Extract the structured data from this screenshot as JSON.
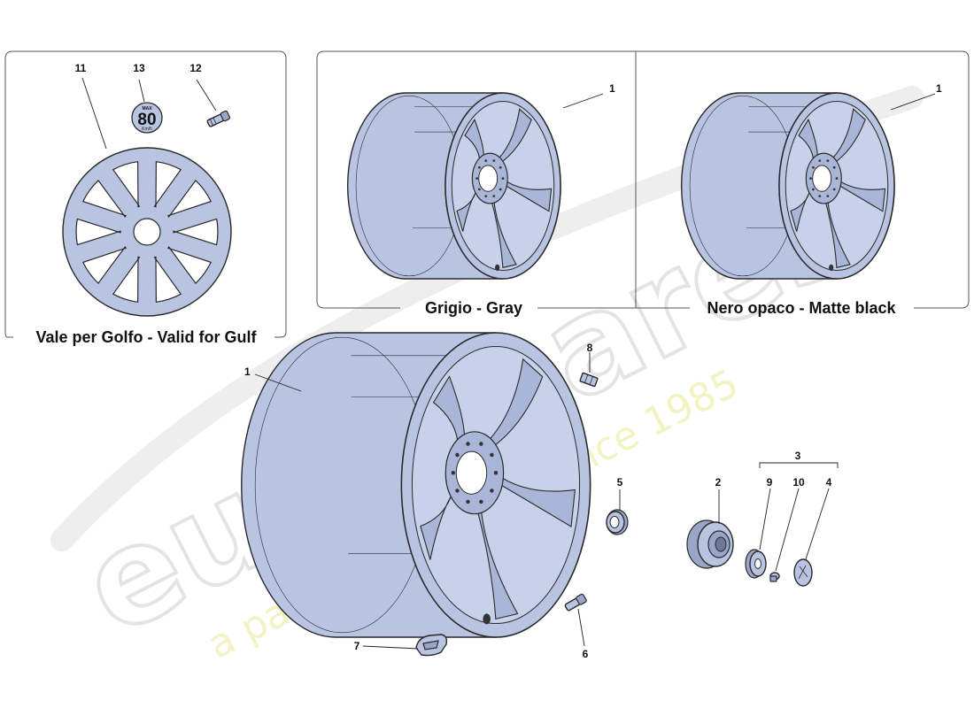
{
  "watermark": {
    "logo": "eurospares",
    "tagline": "a passion for parts since 1985"
  },
  "panels": {
    "gulf": {
      "caption": "Vale per Golfo - Valid for Gulf"
    },
    "gray": {
      "caption": "Grigio - Gray"
    },
    "matte": {
      "caption": "Nero opaco - Matte black"
    }
  },
  "speed_sticker": {
    "top": "MAX",
    "value": "80",
    "unit": "Km/h"
  },
  "callouts": {
    "gulf_wheel": "11",
    "gulf_sticker": "13",
    "gulf_valve": "12",
    "gray_wheel": "1",
    "matte_wheel": "1",
    "main_wheel": "1",
    "weight": "8",
    "ring": "5",
    "valve": "6",
    "sensor": "7",
    "hub_nut": "2",
    "group": "3",
    "washer": "9",
    "screw": "10",
    "cap": "4"
  },
  "colors": {
    "part_fill": "#b8c4e2",
    "outline": "#2a2a2a"
  }
}
